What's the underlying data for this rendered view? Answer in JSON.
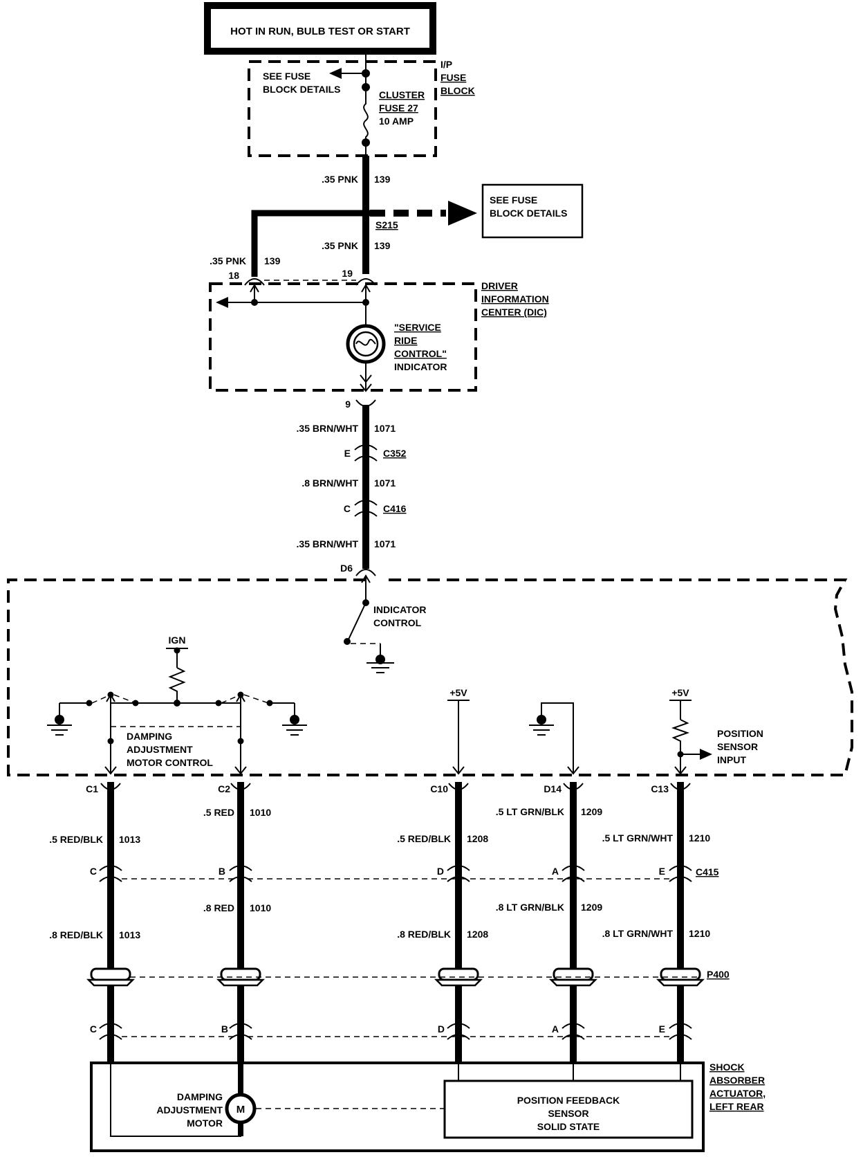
{
  "title": "HOT IN RUN, BULB TEST OR START",
  "fuse_block": {
    "see_fuse_left": [
      "SEE FUSE",
      "BLOCK DETAILS"
    ],
    "label": [
      "I/P",
      "FUSE",
      "BLOCK"
    ],
    "fuse": [
      "CLUSTER",
      "FUSE 27",
      "10 AMP"
    ]
  },
  "splice": {
    "id": "S215",
    "see_fuse_right": [
      "SEE FUSE",
      "BLOCK DETAILS"
    ]
  },
  "wires_top": [
    {
      "gauge": ".35 PNK",
      "circuit": "139"
    },
    {
      "gauge": ".35 PNK",
      "circuit": "139"
    },
    {
      "gauge": ".35 PNK",
      "circuit": "139"
    }
  ],
  "dic": {
    "label": [
      "DRIVER",
      "INFORMATION",
      "CENTER (DIC)"
    ],
    "pins": [
      "18",
      "19",
      "9"
    ],
    "indicator": [
      "\"SERVICE",
      "RIDE",
      "CONTROL\"",
      "INDICATOR"
    ]
  },
  "wires_mid": [
    {
      "gauge": ".35 BRN/WHT",
      "circuit": "1071"
    },
    {
      "gauge": ".8 BRN/WHT",
      "circuit": "1071"
    },
    {
      "gauge": ".35 BRN/WHT",
      "circuit": "1071"
    }
  ],
  "connectors_mid": [
    {
      "pin": "E",
      "id": "C352"
    },
    {
      "pin": "C",
      "id": "C416"
    },
    {
      "pin": "D6",
      "id": ""
    }
  ],
  "module": {
    "indicator_control": [
      "INDICATOR",
      "CONTROL"
    ],
    "ign": "IGN",
    "damping_control": [
      "DAMPING",
      "ADJUSTMENT",
      "MOTOR CONTROL"
    ],
    "plus5v_a": "+5V",
    "plus5v_b": "+5V",
    "position_sensor": [
      "POSITION",
      "SENSOR",
      "INPUT"
    ]
  },
  "columns": [
    {
      "pin": "C1",
      "g1": ".5 RED/BLK",
      "c1": "1013",
      "c415": "C",
      "g2": ".8 RED/BLK",
      "c2": "1013",
      "bot": "C"
    },
    {
      "pin": "C2",
      "g1": ".5 RED",
      "c1": "1010",
      "c415": "B",
      "g2": ".8 RED",
      "c2": "1010",
      "bot": "B"
    },
    {
      "pin": "C10",
      "g1": ".5 RED/BLK",
      "c1": "1208",
      "c415": "D",
      "g2": ".8 RED/BLK",
      "c2": "1208",
      "bot": "D"
    },
    {
      "pin": "D14",
      "g1": ".5 LT GRN/BLK",
      "c1": "1209",
      "c415": "A",
      "g2": ".8 LT GRN/BLK",
      "c2": "1209",
      "bot": "A"
    },
    {
      "pin": "C13",
      "g1": ".5 LT GRN/WHT",
      "c1": "1210",
      "c415": "E",
      "g2": ".8 LT GRN/WHT",
      "c2": "1210",
      "bot": "E"
    }
  ],
  "connector_c415": "C415",
  "connector_p400": "P400",
  "shock": {
    "label": [
      "SHOCK",
      "ABSORBER",
      "ACTUATOR,",
      "LEFT REAR"
    ],
    "motor_label": [
      "DAMPING",
      "ADJUSTMENT",
      "MOTOR"
    ],
    "motor_symbol": "M",
    "sensor": [
      "POSITION FEEDBACK",
      "SENSOR",
      "SOLID STATE"
    ]
  }
}
